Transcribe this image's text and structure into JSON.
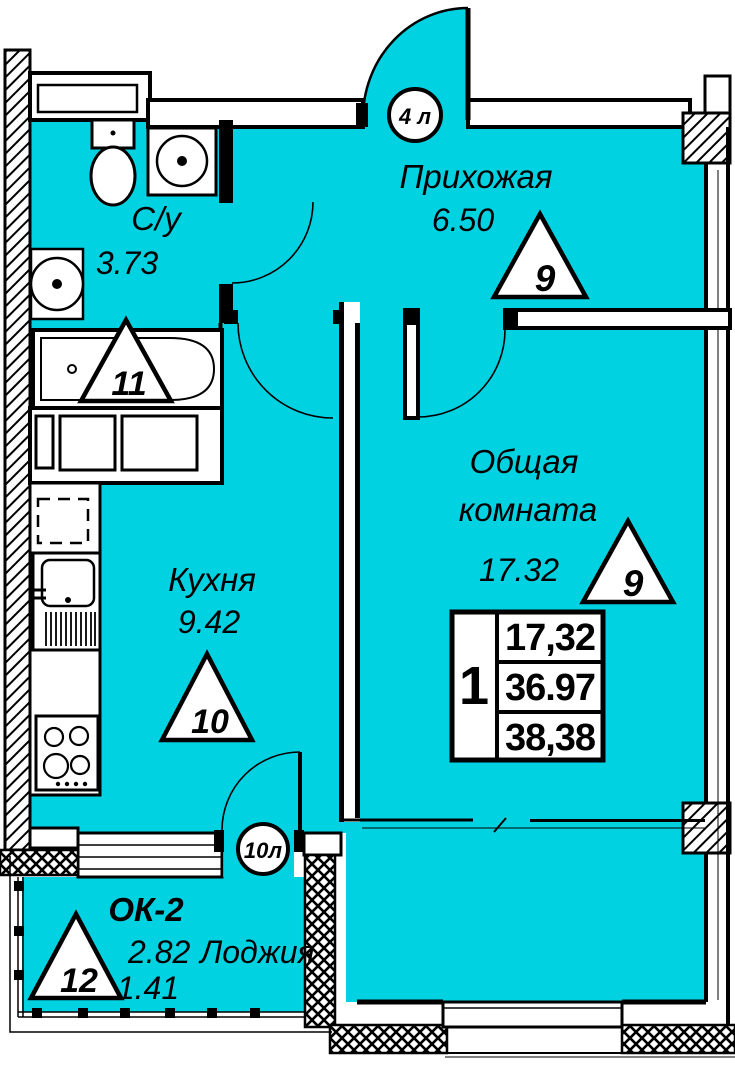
{
  "colors": {
    "floor": "#00d2e2",
    "line": "#000000",
    "fixture": "#ffffff"
  },
  "rooms": {
    "hallway": {
      "name": "Прихожая",
      "area": "6.50"
    },
    "bathroom": {
      "name": "С/у",
      "area": "3.73"
    },
    "kitchen": {
      "name": "Кухня",
      "area": "9.42"
    },
    "living": {
      "name_line1": "Общая",
      "name_line2": "комната",
      "area": "17.32"
    },
    "loggia": {
      "window_mark": "ОК-2",
      "area_full": "2.82",
      "name": "Лоджия",
      "area_reduced": "1.41"
    }
  },
  "door_marks": {
    "entry": "4 л",
    "balcony": "10л"
  },
  "position_marks": {
    "hallway": "9",
    "living": "9",
    "kitchen": "10",
    "bathroom": "11",
    "loggia": "12"
  },
  "area_table": {
    "rooms_count": "1",
    "living_area": "17,32",
    "usable_area": "36.97",
    "total_area": "38,38"
  }
}
